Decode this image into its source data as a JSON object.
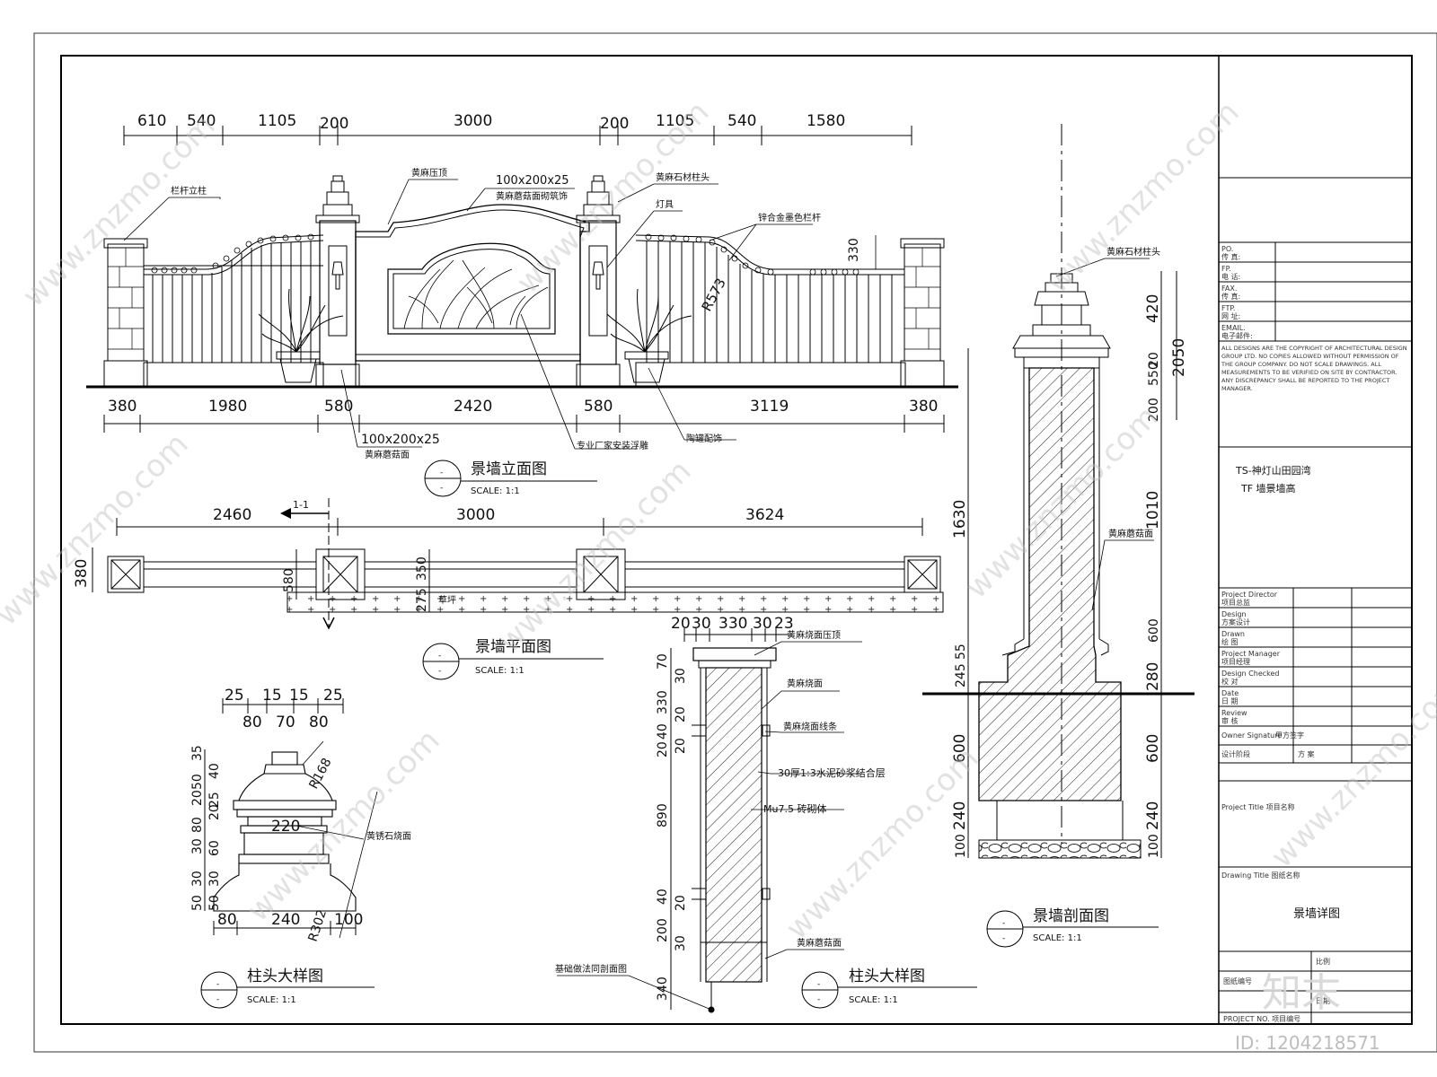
{
  "elevation": {
    "top_dims": [
      "610",
      "540",
      "1105",
      "200",
      "3000",
      "200",
      "1105",
      "540",
      "1580"
    ],
    "bottom_dims": [
      "380",
      "1980",
      "580",
      "2420",
      "580",
      "3119",
      "380"
    ],
    "labels": {
      "railing_post": "栏杆立柱",
      "capping": "黄麻压顶",
      "stone_caption_1": "100x200x25",
      "stone_caption_2": "黄麻蘑菇面砌筑饰",
      "pillar_head": "黄麻石材柱头",
      "lamp": "灯具",
      "metal_rail": "锌合金墨色栏杆",
      "radius": "R573",
      "height_330": "330",
      "base_stone_1": "100x200x25",
      "base_stone_2": "黄麻蘑菇面",
      "relief": "专业厂家安装浮雕",
      "planter": "陶罐配饰"
    },
    "title": "景墙立面图",
    "scale": "SCALE: 1:1"
  },
  "plan": {
    "dims": [
      "2460",
      "3000",
      "3624"
    ],
    "side_dims": [
      "380",
      "580",
      "275",
      "350"
    ],
    "section_mark": "1-1",
    "lawn": "草坪",
    "title": "景墙平面图",
    "scale": "SCALE: 1:1"
  },
  "cap_detail": {
    "top_dims": [
      "25",
      "15",
      "15",
      "25"
    ],
    "mid_dims": [
      "80",
      "70",
      "80"
    ],
    "left_dims": [
      "35",
      "40",
      "50",
      "20",
      "25",
      "20",
      "80",
      "30",
      "60",
      "30",
      "30",
      "50",
      "50"
    ],
    "bottom_dims": [
      "80",
      "240",
      "100"
    ],
    "r1": "R168",
    "r2": "R302",
    "dim_220": "220",
    "material": "黄锈石烧面",
    "title": "柱头大样图",
    "scale": "SCALE: 1:1"
  },
  "section_detail": {
    "top_dims": [
      "20",
      "30",
      "330",
      "30",
      "23"
    ],
    "left_dims": [
      "70",
      "30",
      "330",
      "20",
      "20",
      "40",
      "20",
      "890",
      "40",
      "20",
      "200",
      "30",
      "340"
    ],
    "labels": [
      "黄麻烧面压顶",
      "黄麻烧面",
      "黄麻烧面线条",
      "30厚1:3水泥砂浆结合层",
      "Mu7.5 砖砌体",
      "黄麻蘑菇面"
    ],
    "foundation": "基础做法同剖面图",
    "title": "柱头大样图",
    "scale": "SCALE: 1:1"
  },
  "wall_section": {
    "right_dims": [
      "420",
      "20",
      "200",
      "550",
      "1010",
      "600",
      "280",
      "600",
      "240",
      "100"
    ],
    "total": "2050",
    "left_dims": [
      "1630",
      "55",
      "245",
      "600",
      "240",
      "100"
    ],
    "labels": [
      "黄麻石材柱头",
      "黄麻蘑菇面"
    ],
    "title": "景墙剖面图",
    "scale": "SCALE: 1:1"
  },
  "title_block": {
    "rows_top": [
      "PO.",
      "传  真:",
      "FP.",
      "电    话:",
      "FAX.",
      "传    真:",
      "FTP.",
      "网    址:",
      "EMAIL.",
      "电子邮件:"
    ],
    "note": "ALL DESIGNS ARE THE COPYRIGHT OF ARCHITECTURAL DESIGN GROUP LTD. NO COPIES ALLOWED WITHOUT PERMISSION OF THE GROUP COMPANY. DO NOT SCALE DRAWINGS. ALL MEASUREMENTS TO BE VERIFIED ON SITE BY CONTRACTOR. ANY DISCREPANCY SHALL BE REPORTED TO THE PROJECT MANAGER.",
    "project_lines": [
      "TS-神灯山田园湾",
      "TF 墙景墙高"
    ],
    "rows_mid": [
      "Project Director",
      "项目总监",
      "Design",
      "方案设计",
      "Drawn",
      "绘  图",
      "Project Manager",
      "项目经理",
      "Design Checked",
      "校  对",
      "Date",
      "日  期",
      "Review",
      "审  核",
      "Owner Signature",
      "甲方签字"
    ],
    "stage": "方  案",
    "sheet": "设计阶段",
    "project_title_label": "Project Title 项目名称",
    "drawing_title_label": "Drawing Title 图纸名称",
    "drawing_title": "景墙详图",
    "drawing_no_label": "图纸编号",
    "scale_label": "比例",
    "date_label": "日期",
    "project_no": "PROJECT NO. 项目编号"
  },
  "watermark": {
    "site": "www.znzmo.com",
    "brand": "知末",
    "id": "ID: 1204218571"
  }
}
